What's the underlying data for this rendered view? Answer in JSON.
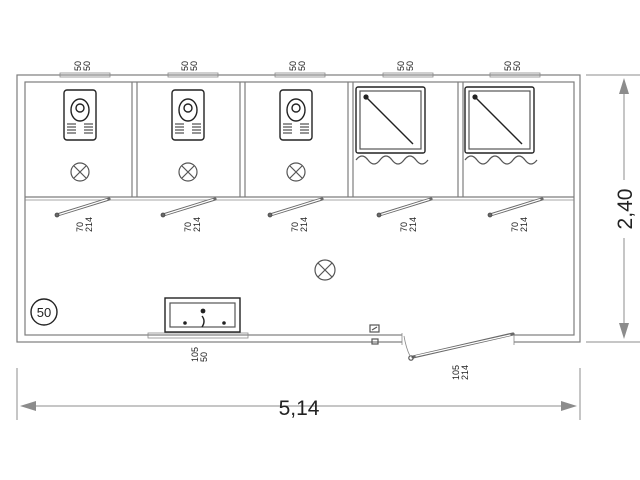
{
  "dimensions": {
    "overall_length": "5,14",
    "overall_width": "2,40"
  },
  "window_labels": [
    {
      "sill": "50",
      "height": "50"
    },
    {
      "sill": "50",
      "height": "50"
    },
    {
      "sill": "50",
      "height": "50"
    },
    {
      "sill": "50",
      "height": "50"
    },
    {
      "sill": "50",
      "height": "50"
    }
  ],
  "cubicle_door_labels": [
    {
      "width": "70",
      "height": "214"
    },
    {
      "width": "70",
      "height": "214"
    },
    {
      "width": "70",
      "height": "214"
    },
    {
      "width": "70",
      "height": "214"
    },
    {
      "width": "70",
      "height": "214"
    }
  ],
  "corridor_window_label": {
    "sill": "105",
    "height": "50"
  },
  "entrance_door_label": {
    "width": "105",
    "height": "214"
  },
  "room_marker": "50",
  "fixtures": [
    "squat-toilet",
    "squat-toilet",
    "squat-toilet",
    "shower",
    "shower"
  ]
}
